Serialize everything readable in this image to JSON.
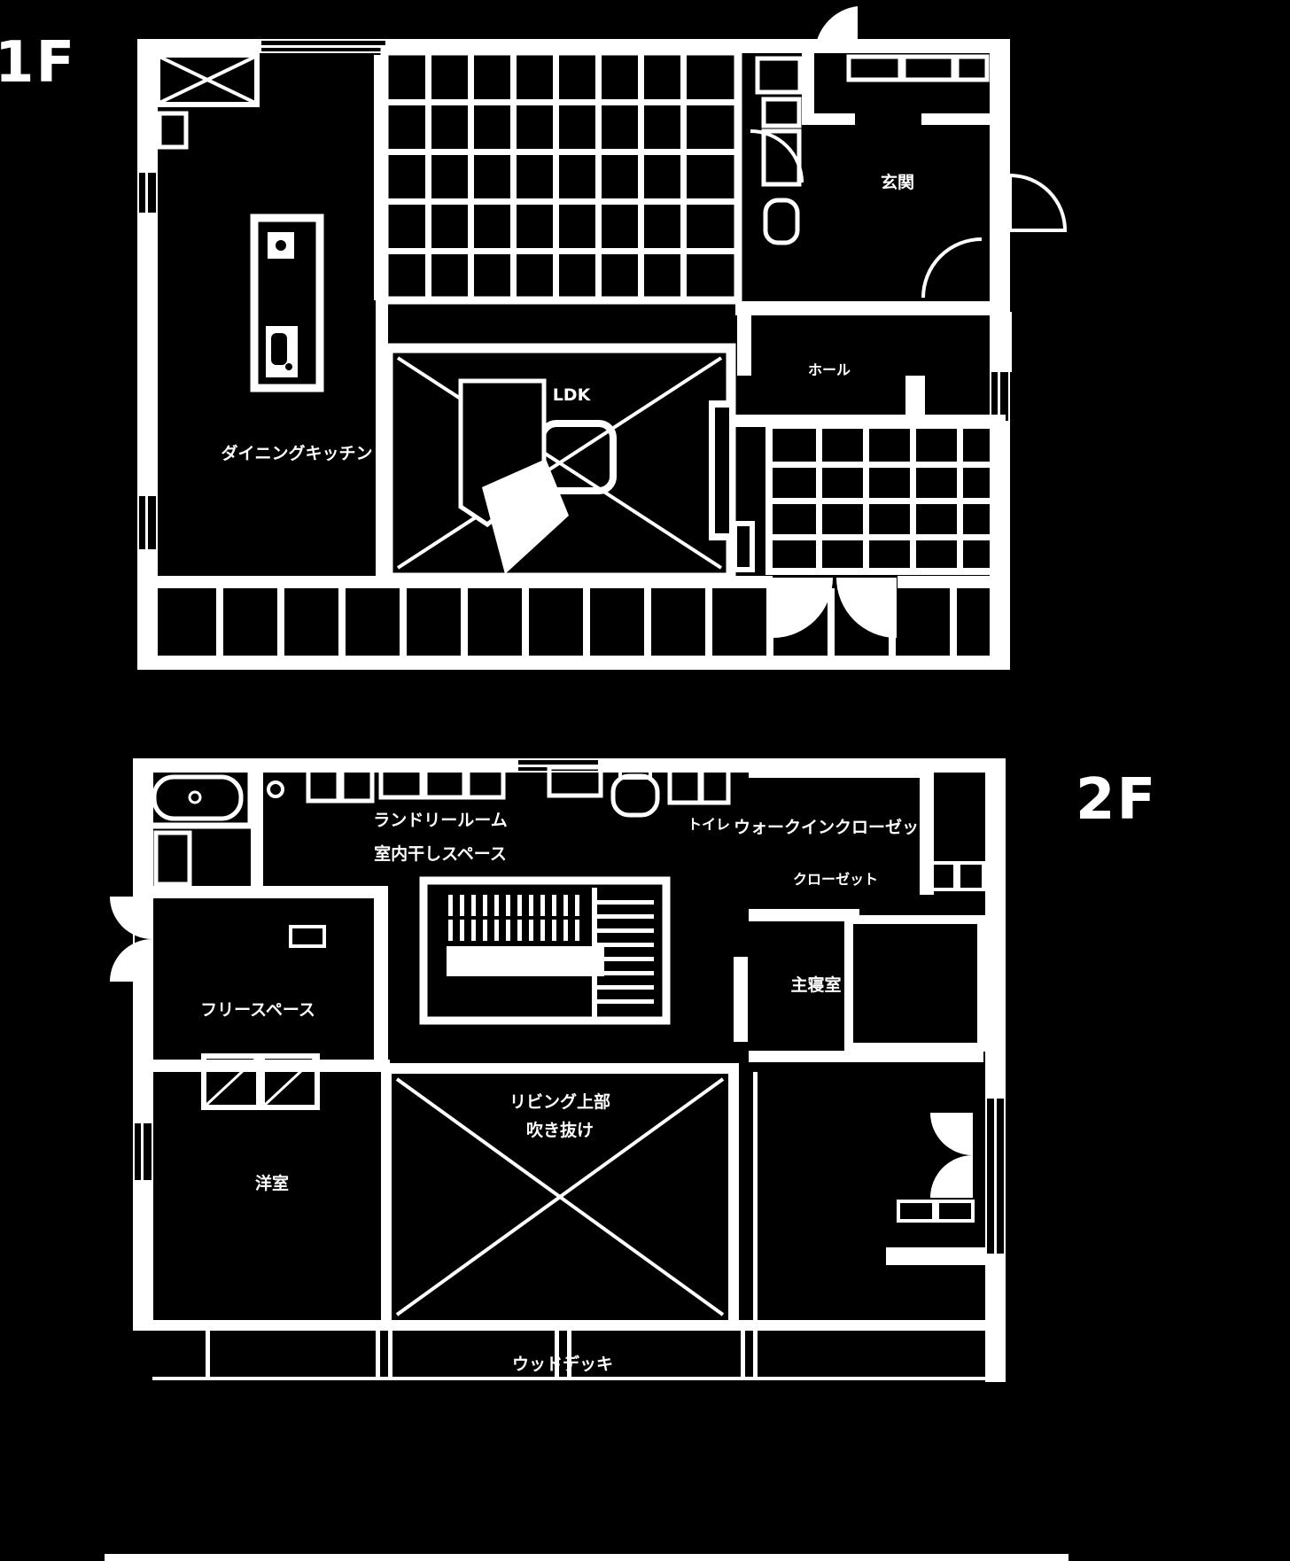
{
  "meta": {
    "background_color": "#000000",
    "line_color": "#ffffff",
    "drawing_type": "floor-plan"
  },
  "floor1": {
    "label": "1F",
    "rooms": {
      "kitchen": "ダイニングキッチン",
      "living": "LDK",
      "hall": "ホール",
      "entrance": "玄関"
    }
  },
  "floor2": {
    "label": "2F",
    "rooms": {
      "laundry_line1": "ランドリールーム",
      "laundry_line2": "室内干しスペース",
      "toilet": "トイレ",
      "wic": "ウォークインクローゼット",
      "closet": "クローゼット",
      "bedroom": "主寝室",
      "free_space": "フリースペース",
      "western_room": "洋室",
      "void_line1": "リビング上部",
      "void_line2": "吹き抜け",
      "wood_deck": "ウッドデッキ"
    }
  }
}
